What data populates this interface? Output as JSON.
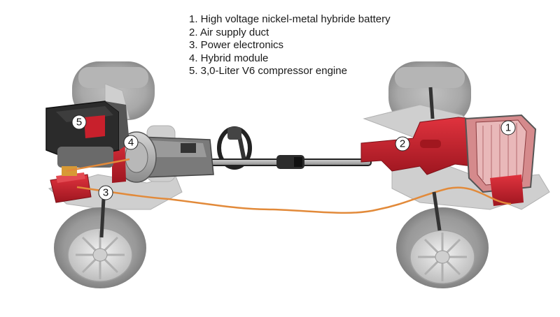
{
  "legend": {
    "items": [
      {
        "number": "1",
        "text": "1. High voltage nickel-metal hybride battery"
      },
      {
        "number": "2",
        "text": "2. Air supply duct"
      },
      {
        "number": "3",
        "text": "3. Power electronics"
      },
      {
        "number": "4",
        "text": "4. Hybrid module"
      },
      {
        "number": "5",
        "text": "5. 3,0-Liter V6 compressor engine"
      }
    ]
  },
  "markers": [
    "1",
    "2",
    "3",
    "4",
    "5"
  ],
  "colors": {
    "tire": "#9a9a9a",
    "tire_shadow": "#7c7c7c",
    "rim": "#d9d9d9",
    "frame": "#c8c8c8",
    "drivetrain": "#6d6d6d",
    "shaft": "#2a2a2a",
    "engine_cover": "#2b2b2b",
    "red_component": "#c8202c",
    "cable": "#e28a3a"
  }
}
